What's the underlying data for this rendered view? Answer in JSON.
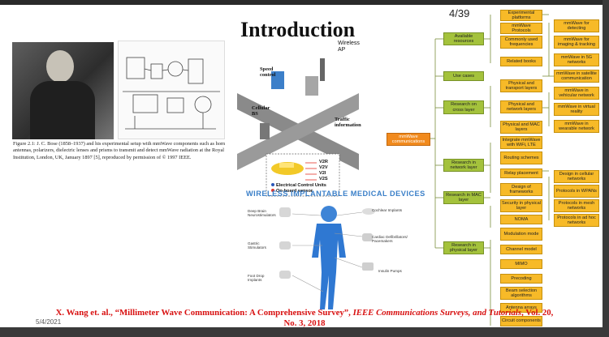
{
  "slide": {
    "title": "Introduction",
    "page_number": "4/39",
    "date": "5/4/2021"
  },
  "figure_caption": "Figure 2.1: J. C. Bose (1858–1937) and his experimental setup with mmWave components such as horn antennas, polarizers, dielectric lenses and prisms to transmit and detect mmWave radiation at the Royal Institution, London, UK, January 1897 [5], reproduced by permission of © 1997 IEEE.",
  "scenario_labels": {
    "wireless_ap": "Wireless AP",
    "speed_control": "Speed control",
    "cellular_bs": "Cellular BS",
    "traffic_information": "Traffic information",
    "v2r": "V2R",
    "v2v": "V2V",
    "v2i": "V2I",
    "v2s": "V2S",
    "ecu": "Electrical Control Units",
    "sensor": "On-board sensor"
  },
  "medical": {
    "heading": "WIRELESS IMPLANTABLE MEDICAL DEVICES",
    "labels": {
      "deep_brain": "Deep Brain Neurostimulators",
      "cochlear": "Cochlear Implants",
      "cardiac": "Cardiac Defibrillators/ Pacemakers",
      "gastric": "Gastric Stimulators",
      "foot_drop": "Foot Drop Implants",
      "insulin": "Insulin Pumps"
    }
  },
  "citation": {
    "authors": "X. Wang et. al., “Millimeter Wave Communication: A Comprehensive Survey”, ",
    "journal": "IEEE Communications Surveys, and Tutorials",
    "volume": ", Vol. 20,",
    "issue": "No. 3, 2018"
  },
  "mindmap": {
    "root": "mmWave communications",
    "level1": [
      "Available resources",
      "Use cases",
      "Research on cross layer",
      "Research in network layer",
      "Research in MAC layer",
      "Research in physical layer"
    ],
    "level2": [
      "Experimental platforms",
      "mmWave Protocols",
      "Commonly used frequencies",
      "Related books",
      "Physical and transport layers",
      "Physical and network layers",
      "Physical and MAC layers",
      "Integrate mmWave with WiFi, LTE",
      "Routing schemes",
      "Relay placement",
      "Design of frameworks",
      "Security in physical layer",
      "NOMA",
      "Modulation mode",
      "Channel model",
      "MIMO",
      "Precoding",
      "Beam selection algorithms",
      "Antenna arrays",
      "Circuit components"
    ],
    "level3": [
      "mmWave for detecting",
      "mmWave for imaging & tracking",
      "mmWave in 5G networks",
      "mmWave in satellite communication",
      "mmWave in vehicular network",
      "mmWave in virtual reality",
      "mmWave in wearable network",
      "Design in cellular networks",
      "Protocols in WPANs",
      "Protocols in mesh networks",
      "Protocols in ad hoc networks"
    ]
  }
}
